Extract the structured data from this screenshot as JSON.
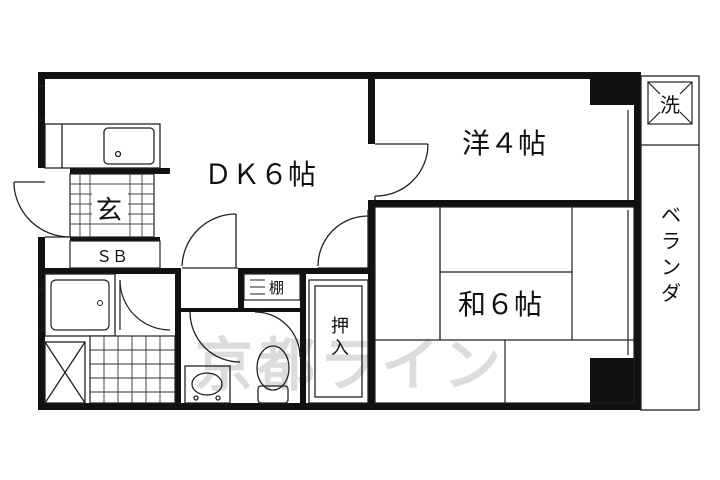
{
  "rooms": {
    "dk": "ＤＫ６帖",
    "western": "洋４帖",
    "japanese": "和６帖",
    "genkan": "玄",
    "shoe_box": "ＳＢ",
    "shelf": "棚",
    "closet": [
      "押",
      "入"
    ],
    "laundry": "洗",
    "veranda": [
      "ベ",
      "ラ",
      "ン",
      "ダ"
    ]
  },
  "watermark": "京都ライン",
  "colors": {
    "wall": "#111111",
    "line": "#222222",
    "tile": "#555555",
    "watermark": "#d9d9d9"
  }
}
